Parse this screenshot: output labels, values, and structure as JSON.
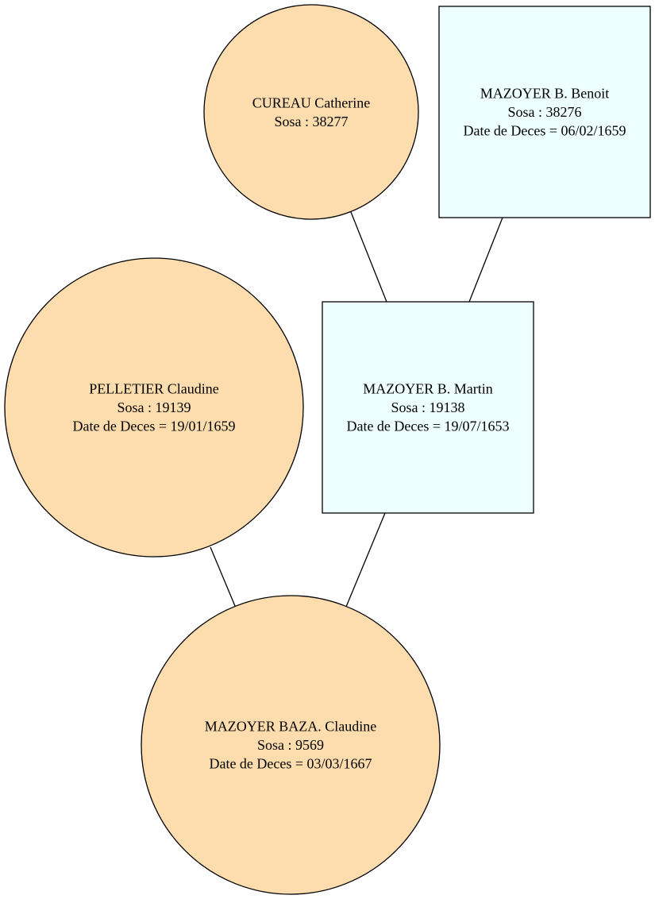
{
  "colors": {
    "female_fill": "#FDDDAD",
    "male_fill": "#EEFFFF",
    "stroke": "#000000"
  },
  "nodes": [
    {
      "id": "cureau-catherine",
      "shape": "circle",
      "sex": "female",
      "lines": [
        "CUREAU Catherine",
        "Sosa : 38277"
      ]
    },
    {
      "id": "mazoyer-benoit",
      "shape": "box",
      "sex": "male",
      "lines": [
        "MAZOYER B. Benoit",
        "Sosa : 38276",
        "Date de Deces = 06/02/1659"
      ]
    },
    {
      "id": "pelletier-claudine",
      "shape": "circle",
      "sex": "female",
      "lines": [
        "PELLETIER Claudine",
        "Sosa : 19139",
        "Date de Deces = 19/01/1659"
      ]
    },
    {
      "id": "mazoyer-martin",
      "shape": "box",
      "sex": "male",
      "lines": [
        "MAZOYER B. Martin",
        "Sosa : 19138",
        "Date de Deces = 19/07/1653"
      ]
    },
    {
      "id": "mazoyer-baza-claudine",
      "shape": "circle",
      "sex": "female",
      "lines": [
        "MAZOYER BAZA. Claudine",
        "Sosa : 9569",
        "Date de Deces = 03/03/1667"
      ]
    }
  ],
  "edges": [
    {
      "from": "cureau-catherine",
      "to": "mazoyer-martin"
    },
    {
      "from": "mazoyer-benoit",
      "to": "mazoyer-martin"
    },
    {
      "from": "pelletier-claudine",
      "to": "mazoyer-baza-claudine"
    },
    {
      "from": "mazoyer-martin",
      "to": "mazoyer-baza-claudine"
    }
  ]
}
